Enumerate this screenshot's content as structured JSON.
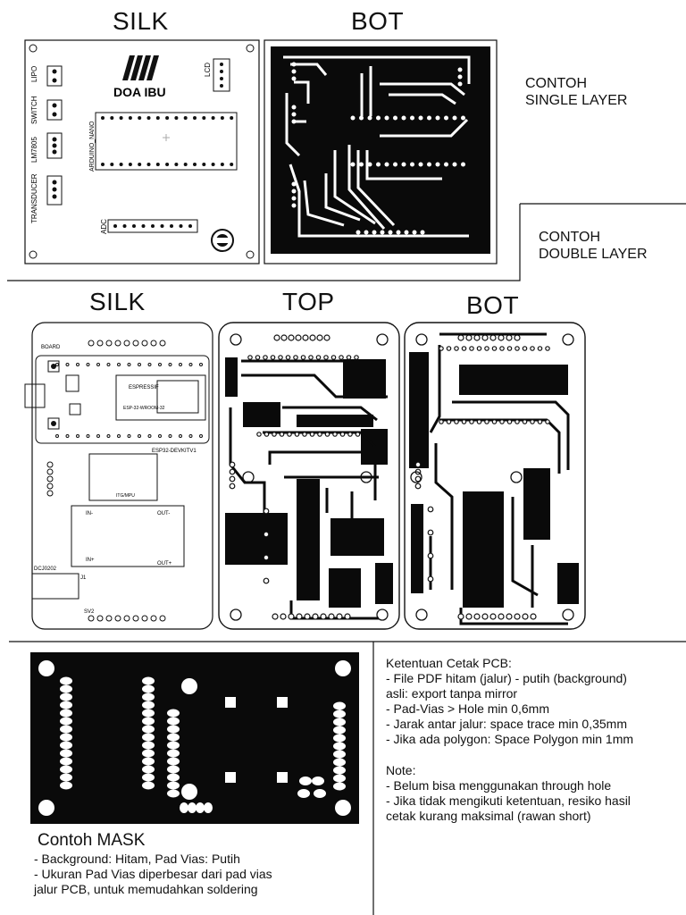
{
  "single": {
    "silk_title": "SILK",
    "bot_title": "BOT",
    "note_line1": "CONTOH",
    "note_line2": "SINGLE LAYER",
    "silk_labels": {
      "lipo": "LIPO",
      "switch": "SWITCH",
      "lm7805": "LM7805",
      "transducer": "TRANSDUCER",
      "brand": "DOA IBU",
      "lcd": "LCD",
      "arduino_nano": "ARDUINO_NANO",
      "adc": "ADC"
    }
  },
  "double": {
    "note_line1": "CONTOH",
    "note_line2": "DOUBLE LAYER",
    "silk_title": "SILK",
    "top_title": "TOP",
    "bot_title": "BOT",
    "silk_labels": {
      "board": "BOARD",
      "espressif": "ESPRESSIF",
      "esp_model": "ESP-32-WROOM-32",
      "esp_devkit": "ESP32-DEVKITV1",
      "itg_mpu": "ITG/MPU",
      "in_minus": "IN-",
      "out_minus": "OUT-",
      "in_plus": "IN+",
      "out_plus": "OUT+",
      "dcj": "DCJ0202",
      "sv2": "SV2",
      "j1": "J1"
    }
  },
  "mask": {
    "title": "Contoh MASK",
    "lines": [
      "- Background: Hitam, Pad Vias: Putih",
      "- Ukuran Pad Vias diperbesar dari pad vias",
      "jalur PCB, untuk memudahkan soldering"
    ]
  },
  "rules": {
    "title": "Ketentuan Cetak PCB:",
    "lines": [
      "- File PDF hitam (jalur) - putih (background)",
      "asli: export tanpa mirror",
      "- Pad-Vias > Hole min 0,6mm",
      "- Jarak antar jalur: space trace min 0,35mm",
      "- Jika ada polygon: Space Polygon min 1mm"
    ],
    "note_title": "Note:",
    "note_lines": [
      "- Belum bisa menggunakan through hole",
      "- Jika tidak mengikuti ketentuan, resiko hasil",
      "cetak kurang maksimal (rawan short)"
    ]
  }
}
